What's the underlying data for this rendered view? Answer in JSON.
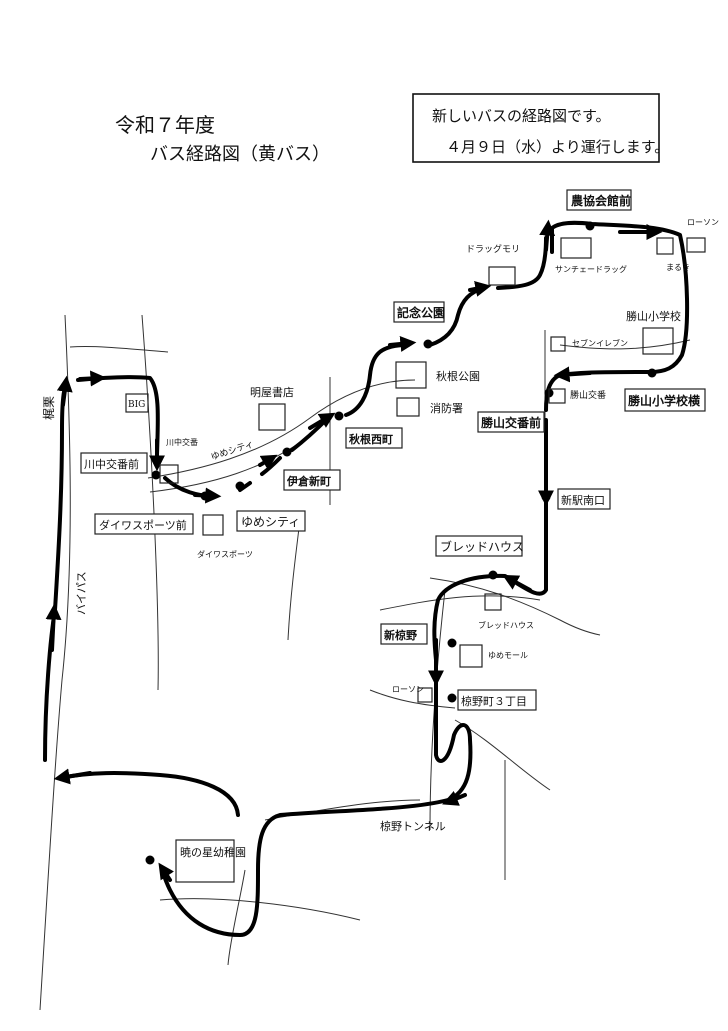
{
  "title": {
    "line1": "令和７年度",
    "line2": "バス経路図（黄バス）"
  },
  "notice": {
    "line1": "新しいバスの経路図です。",
    "line2": "４月９日（水）より運行します。"
  },
  "roads": {
    "bypass": "バイパス",
    "tunnel": "椋野トンネル"
  },
  "stops": [
    {
      "label": "農協会館前"
    },
    {
      "label": "記念公園"
    },
    {
      "label": "勝山交番前"
    },
    {
      "label": "勝山小学校横"
    },
    {
      "label": "秋根西町"
    },
    {
      "label": "伊倉新町"
    },
    {
      "label": "川中交番前"
    },
    {
      "label": "ダイワスポーツ前"
    },
    {
      "label": "ゆめシティ"
    },
    {
      "label": "新駅南口"
    },
    {
      "label": "ブレッドハウス"
    },
    {
      "label": "新椋野"
    },
    {
      "label": "椋野町３丁目"
    },
    {
      "label": "暁の星幼稚園"
    }
  ],
  "landmarks": [
    {
      "label": "ローソン"
    },
    {
      "label": "ドラッグモリ"
    },
    {
      "label": "サンチェードラッグ"
    },
    {
      "label": "まるき"
    },
    {
      "label": "勝山小学校"
    },
    {
      "label": "セブンイレブン"
    },
    {
      "label": "勝山交番"
    },
    {
      "label": "秋根公園"
    },
    {
      "label": "消防署"
    },
    {
      "label": "明屋書店"
    },
    {
      "label": "BIG"
    },
    {
      "label": "梶栗"
    },
    {
      "label": "川中交番"
    },
    {
      "label": "ゆめシティ"
    },
    {
      "label": "ダイワスポーツ"
    },
    {
      "label": "ブレッドハウス"
    },
    {
      "label": "ゆめモール"
    },
    {
      "label": "ローソン"
    }
  ],
  "colors": {
    "ink": "#111111",
    "route": "#000000",
    "paper": "#ffffff"
  }
}
